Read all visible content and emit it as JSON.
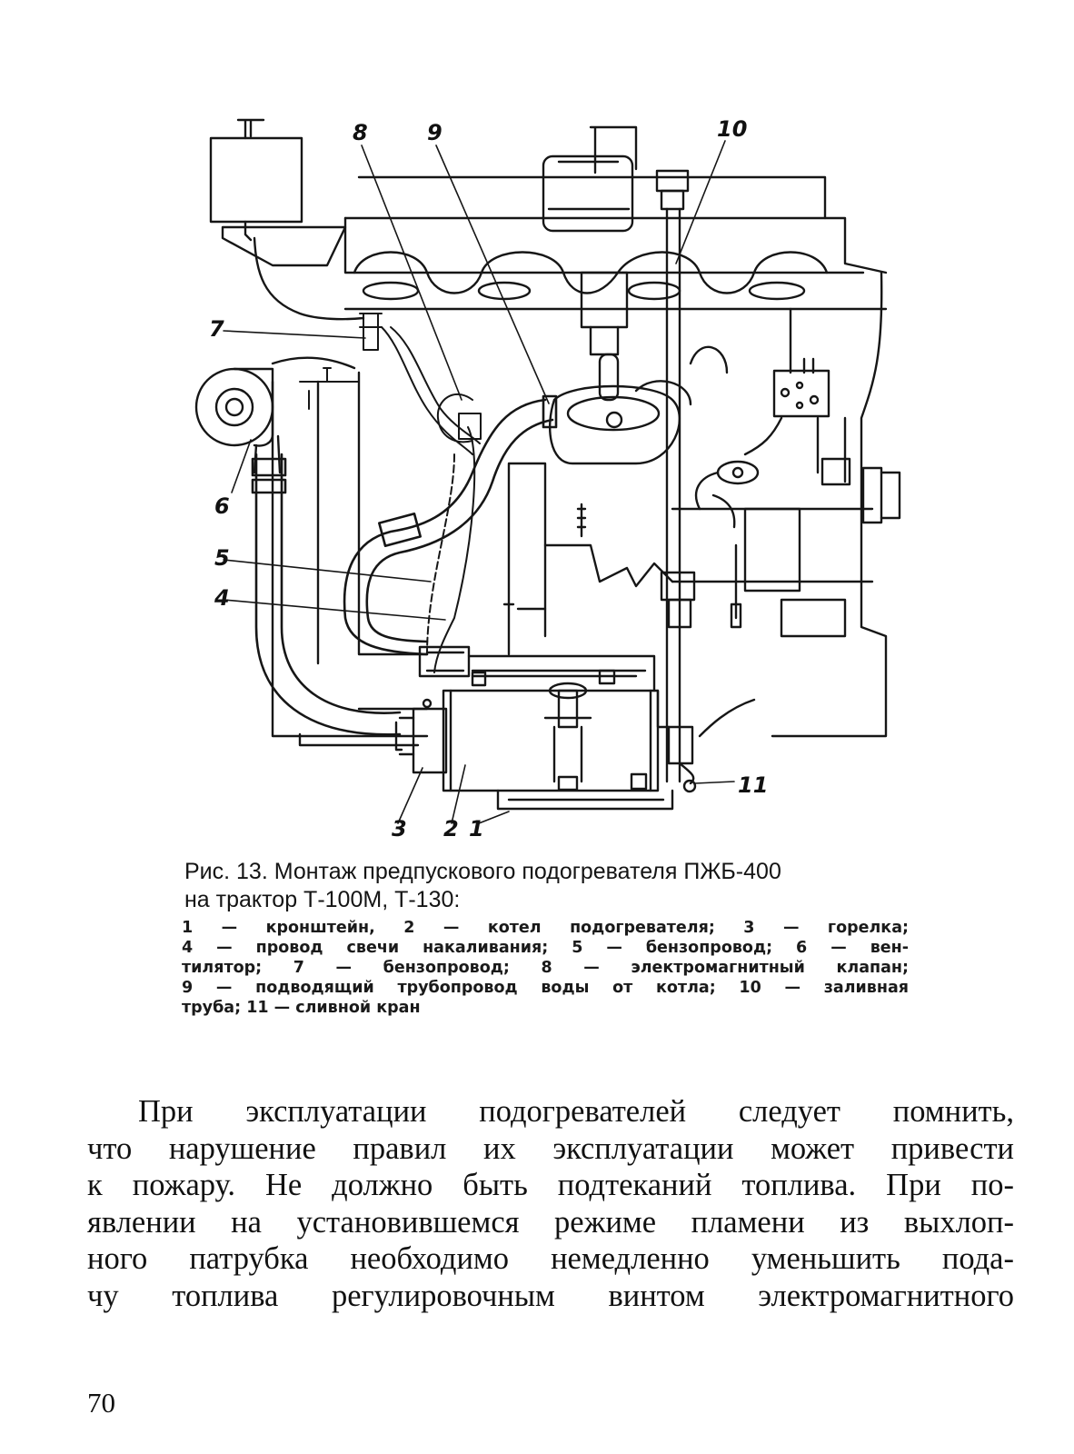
{
  "figure": {
    "callouts": {
      "c1": "1",
      "c2": "2",
      "c3": "3",
      "c4": "4",
      "c5": "5",
      "c6": "6",
      "c7": "7",
      "c8": "8",
      "c9": "9",
      "c10": "10",
      "c11": "11"
    },
    "caption_lines": [
      "Рис. 13. Монтаж предпускового подогревателя ПЖБ-400",
      "на трактор Т-100М, Т-130:"
    ],
    "legend_lines": [
      "1 — кронштейн, 2 — котел подогревателя; 3 — горелка;",
      "4 — провод свечи накаливания; 5 — бензопровод; 6 — вен-",
      "тилятор; 7 — бензопровод; 8 — электромагнитный клапан;",
      "9 — подводящий трубопровод воды от котла; 10 — заливная",
      "труба; 11 — сливной кран"
    ]
  },
  "body": {
    "lines": [
      "При эксплуатации подогревателей следует помнить,",
      "что нарушение правил их эксплуатации может привести",
      "к пожару. Не должно быть подтеканий топлива. При по-",
      "явлении на установившемся режиме пламени из выхлоп-",
      "ного патрубка необходимо немедленно уменьшить пода-",
      "чу топлива регулировочным винтом электромагнитного"
    ]
  },
  "page_number": "70"
}
